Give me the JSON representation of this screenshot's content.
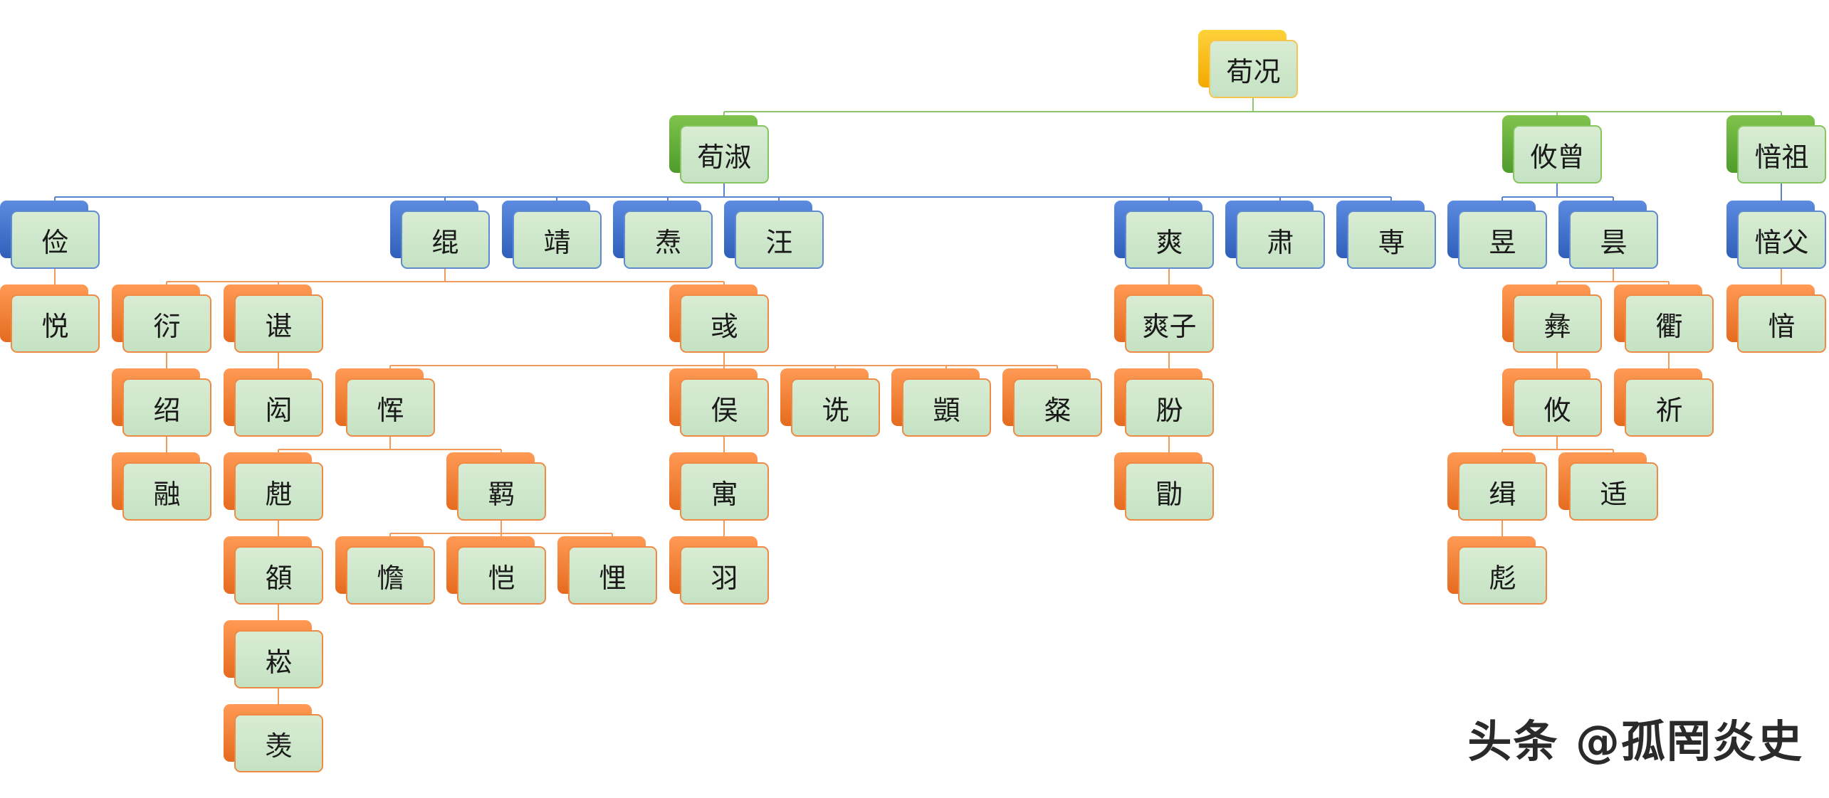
{
  "colors": {
    "edge_green": "#8cc56c",
    "edge_blue": "#5b84cf",
    "edge_orange": "#f09a5c"
  },
  "watermark": "头条 @孤罔炎史",
  "nodes": [
    {
      "id": "n_xunkuang",
      "label": "荀况",
      "level": 0
    },
    {
      "id": "n_xunshu",
      "label": "荀淑",
      "level": 1
    },
    {
      "id": "n_youzeng",
      "label": "攸曾",
      "level": 1
    },
    {
      "id": "n_beizu",
      "label": "愔祖",
      "level": 1
    },
    {
      "id": "n_jian",
      "label": "俭",
      "level": 2
    },
    {
      "id": "n_gun",
      "label": "绲",
      "level": 2
    },
    {
      "id": "n_jing",
      "label": "靖",
      "level": 2
    },
    {
      "id": "n_tai",
      "label": "焘",
      "level": 2
    },
    {
      "id": "n_wang",
      "label": "汪",
      "level": 2
    },
    {
      "id": "n_shuang",
      "label": "爽",
      "level": 2
    },
    {
      "id": "n_su",
      "label": "肃",
      "level": 2
    },
    {
      "id": "n_zhuan",
      "label": "専",
      "level": 2
    },
    {
      "id": "n_yu",
      "label": "昱",
      "level": 2
    },
    {
      "id": "n_tan",
      "label": "昙",
      "level": 2
    },
    {
      "id": "n_beifu",
      "label": "愔父",
      "level": 2
    },
    {
      "id": "n_yue",
      "label": "悦",
      "level": 3
    },
    {
      "id": "n_yan",
      "label": "衍",
      "level": 3
    },
    {
      "id": "n_shen",
      "label": "谌",
      "level": 3
    },
    {
      "id": "n_yu2",
      "label": "彧",
      "level": 3
    },
    {
      "id": "n_shuangzi",
      "label": "爽子",
      "level": 3
    },
    {
      "id": "n_yi",
      "label": "彝",
      "level": 3
    },
    {
      "id": "n_qu",
      "label": "衢",
      "level": 3
    },
    {
      "id": "n_bei",
      "label": "愔",
      "level": 3
    },
    {
      "id": "n_shao",
      "label": "绍",
      "level": 3
    },
    {
      "id": "n_rong",
      "label": "融",
      "level": 3
    },
    {
      "id": "n_min",
      "label": "闳",
      "level": 3
    },
    {
      "id": "n_hui",
      "label": "恽",
      "level": 3
    },
    {
      "id": "n_qu2",
      "label": "甝",
      "level": 3
    },
    {
      "id": "n_ji",
      "label": "羁",
      "level": 3
    },
    {
      "id": "n_e",
      "label": "頟",
      "level": 3
    },
    {
      "id": "n_song",
      "label": "崧",
      "level": 3
    },
    {
      "id": "n_xian",
      "label": "羡",
      "level": 3
    },
    {
      "id": "n_kuai",
      "label": "憺",
      "level": 3
    },
    {
      "id": "n_kai",
      "label": "恺",
      "level": 3
    },
    {
      "id": "n_li",
      "label": "悝",
      "level": 3
    },
    {
      "id": "n_yu3",
      "label": "俣",
      "level": 3
    },
    {
      "id": "n_yu4",
      "label": "寓",
      "level": 3
    },
    {
      "id": "n_yu5",
      "label": "羽",
      "level": 3
    },
    {
      "id": "n_shen2",
      "label": "诜",
      "level": 3
    },
    {
      "id": "n_yi2",
      "label": "顗",
      "level": 3
    },
    {
      "id": "n_can",
      "label": "粲",
      "level": 3
    },
    {
      "id": "n_fen",
      "label": "肦",
      "level": 3
    },
    {
      "id": "n_xu",
      "label": "勖",
      "level": 3
    },
    {
      "id": "n_you",
      "label": "攸",
      "level": 3
    },
    {
      "id": "n_qi",
      "label": "祈",
      "level": 3
    },
    {
      "id": "n_ji2",
      "label": "缉",
      "level": 3
    },
    {
      "id": "n_shi",
      "label": "适",
      "level": 3
    },
    {
      "id": "n_biao",
      "label": "彪",
      "level": 3
    }
  ],
  "edges": [
    [
      "n_xunkuang",
      "n_xunshu"
    ],
    [
      "n_xunkuang",
      "n_youzeng"
    ],
    [
      "n_xunkuang",
      "n_beizu"
    ],
    [
      "n_xunshu",
      "n_jian"
    ],
    [
      "n_xunshu",
      "n_gun"
    ],
    [
      "n_xunshu",
      "n_jing"
    ],
    [
      "n_xunshu",
      "n_tai"
    ],
    [
      "n_xunshu",
      "n_wang"
    ],
    [
      "n_xunshu",
      "n_shuang"
    ],
    [
      "n_xunshu",
      "n_su"
    ],
    [
      "n_xunshu",
      "n_zhuan"
    ],
    [
      "n_youzeng",
      "n_yu"
    ],
    [
      "n_youzeng",
      "n_tan"
    ],
    [
      "n_beizu",
      "n_beifu"
    ],
    [
      "n_jian",
      "n_yue"
    ],
    [
      "n_gun",
      "n_yan"
    ],
    [
      "n_gun",
      "n_shen"
    ],
    [
      "n_gun",
      "n_yu2"
    ],
    [
      "n_yan",
      "n_shao"
    ],
    [
      "n_shao",
      "n_rong"
    ],
    [
      "n_shen",
      "n_min"
    ],
    [
      "n_min",
      "n_qu2"
    ],
    [
      "n_min",
      "n_ji"
    ],
    [
      "n_qu2",
      "n_e"
    ],
    [
      "n_e",
      "n_song"
    ],
    [
      "n_song",
      "n_xian"
    ],
    [
      "n_hui",
      "n_qu2"
    ],
    [
      "n_hui",
      "n_ji"
    ],
    [
      "n_ji",
      "n_kuai"
    ],
    [
      "n_ji",
      "n_kai"
    ],
    [
      "n_ji",
      "n_li"
    ],
    [
      "n_yu2",
      "n_hui"
    ],
    [
      "n_yu2",
      "n_yu3"
    ],
    [
      "n_yu2",
      "n_shen2"
    ],
    [
      "n_yu2",
      "n_yi2"
    ],
    [
      "n_yu2",
      "n_can"
    ],
    [
      "n_yu3",
      "n_yu4"
    ],
    [
      "n_yu4",
      "n_yu5"
    ],
    [
      "n_shuang",
      "n_shuangzi"
    ],
    [
      "n_shuangzi",
      "n_fen"
    ],
    [
      "n_fen",
      "n_xu"
    ],
    [
      "n_tan",
      "n_yi"
    ],
    [
      "n_tan",
      "n_qu"
    ],
    [
      "n_yi",
      "n_you"
    ],
    [
      "n_qu",
      "n_qi"
    ],
    [
      "n_you",
      "n_ji2"
    ],
    [
      "n_you",
      "n_shi"
    ],
    [
      "n_ji2",
      "n_biao"
    ],
    [
      "n_beifu",
      "n_bei"
    ]
  ]
}
